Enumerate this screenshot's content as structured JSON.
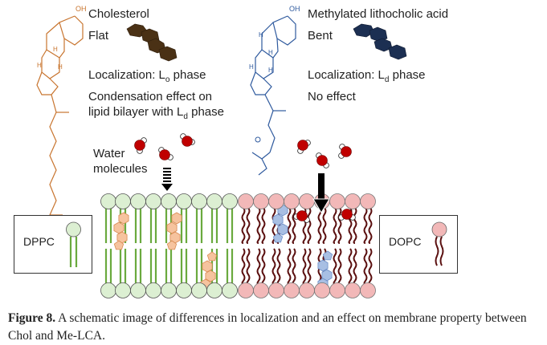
{
  "chol": {
    "name": "Cholesterol",
    "shape": "Flat",
    "localization_prefix": "Localization: L",
    "localization_sub": "o",
    "localization_suffix": " phase",
    "effect_line1": "Condensation effect on",
    "effect_line2_prefix": "lipid bilayer with L",
    "effect_line2_sub": "d",
    "effect_line2_suffix": " phase",
    "oh_label": "OH",
    "color": "#c8742e",
    "block_color": "#4a3115"
  },
  "melca": {
    "name": "Methylated lithocholic acid",
    "shape": "Bent",
    "localization_prefix": "Localization: L",
    "localization_sub": "d",
    "localization_suffix": " phase",
    "effect": "No effect",
    "oh_label": "OH",
    "color": "#2f5a9e",
    "block_color": "#1c2f52"
  },
  "water": {
    "label_line1": "Water",
    "label_line2": "molecules",
    "oxygen_color": "#c00000"
  },
  "legend": {
    "dppc": "DPPC",
    "dopc": "DOPC"
  },
  "membrane": {
    "dppc_head_color": "#dcefd2",
    "dppc_tail_color": "#6aaa3e",
    "dopc_head_color": "#f2b8b8",
    "dopc_tail_color": "#5a0f0f",
    "chol_ring_color": "#f6c39e",
    "melca_ring_color": "#a8bfe3"
  },
  "caption": {
    "label": "Figure 8.",
    "text": " A schematic image of differences in localization and an effect on membrane property between Chol and Me-LCA."
  }
}
